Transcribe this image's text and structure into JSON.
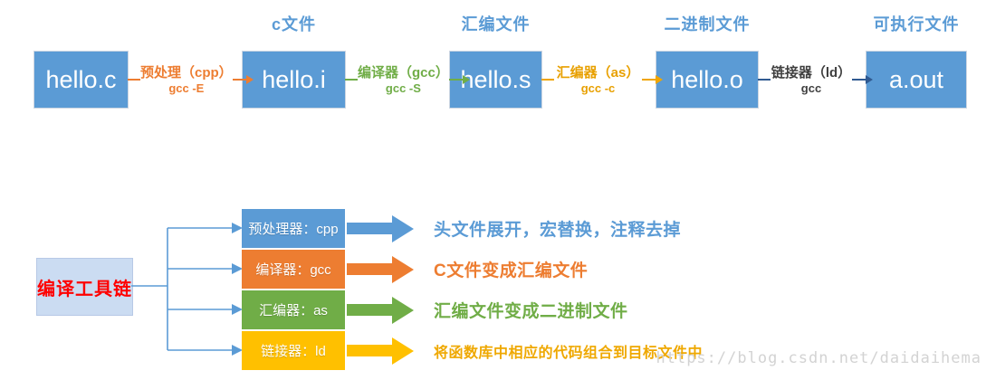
{
  "flow": {
    "box_color": "#5B9BD5",
    "label_color": "#5B9BD5",
    "stages": [
      {
        "file": "hello.c"
      },
      {
        "file": "hello.i",
        "label": "c文件"
      },
      {
        "file": "hello.s",
        "label": "汇编文件"
      },
      {
        "file": "hello.o",
        "label": "二进制文件"
      },
      {
        "file": "a.out",
        "label": "可执行文件"
      }
    ],
    "transitions": [
      {
        "tool": "预处理（cpp）",
        "command": "gcc -E",
        "text_color": "#ED7D31",
        "line_color": "#ED7D31"
      },
      {
        "tool": "编译器（gcc）",
        "command": "gcc -S",
        "text_color": "#70AD47",
        "line_color": "#70AD47"
      },
      {
        "tool": "汇编器（as）",
        "command": "gcc -c",
        "text_color": "#E8A000",
        "line_color": "#F0A500"
      },
      {
        "tool": "链接器（ld）",
        "command": "gcc",
        "text_color": "#404040",
        "line_color": "#305A91"
      }
    ]
  },
  "toolchain": {
    "title": "编译工具链",
    "title_color": "#FF0000",
    "connector_color": "#5B9BD5",
    "tools": [
      {
        "name": "预处理器：cpp",
        "color": "#5B9BD5",
        "desc_color": "#5B9BD5",
        "description": "头文件展开，宏替换，注释去掉"
      },
      {
        "name": "编译器：gcc",
        "color": "#ED7D31",
        "desc_color": "#ED7D31",
        "description": "C文件变成汇编文件"
      },
      {
        "name": "汇编器：as",
        "color": "#70AD47",
        "desc_color": "#70AD47",
        "description": "汇编文件变成二进制文件"
      },
      {
        "name": "链接器：ld",
        "color": "#FFC000",
        "desc_color": "#EFA800",
        "description": "将函数库中相应的代码组合到目标文件中"
      }
    ]
  },
  "watermark": "https://blog.csdn.net/daidaihema"
}
